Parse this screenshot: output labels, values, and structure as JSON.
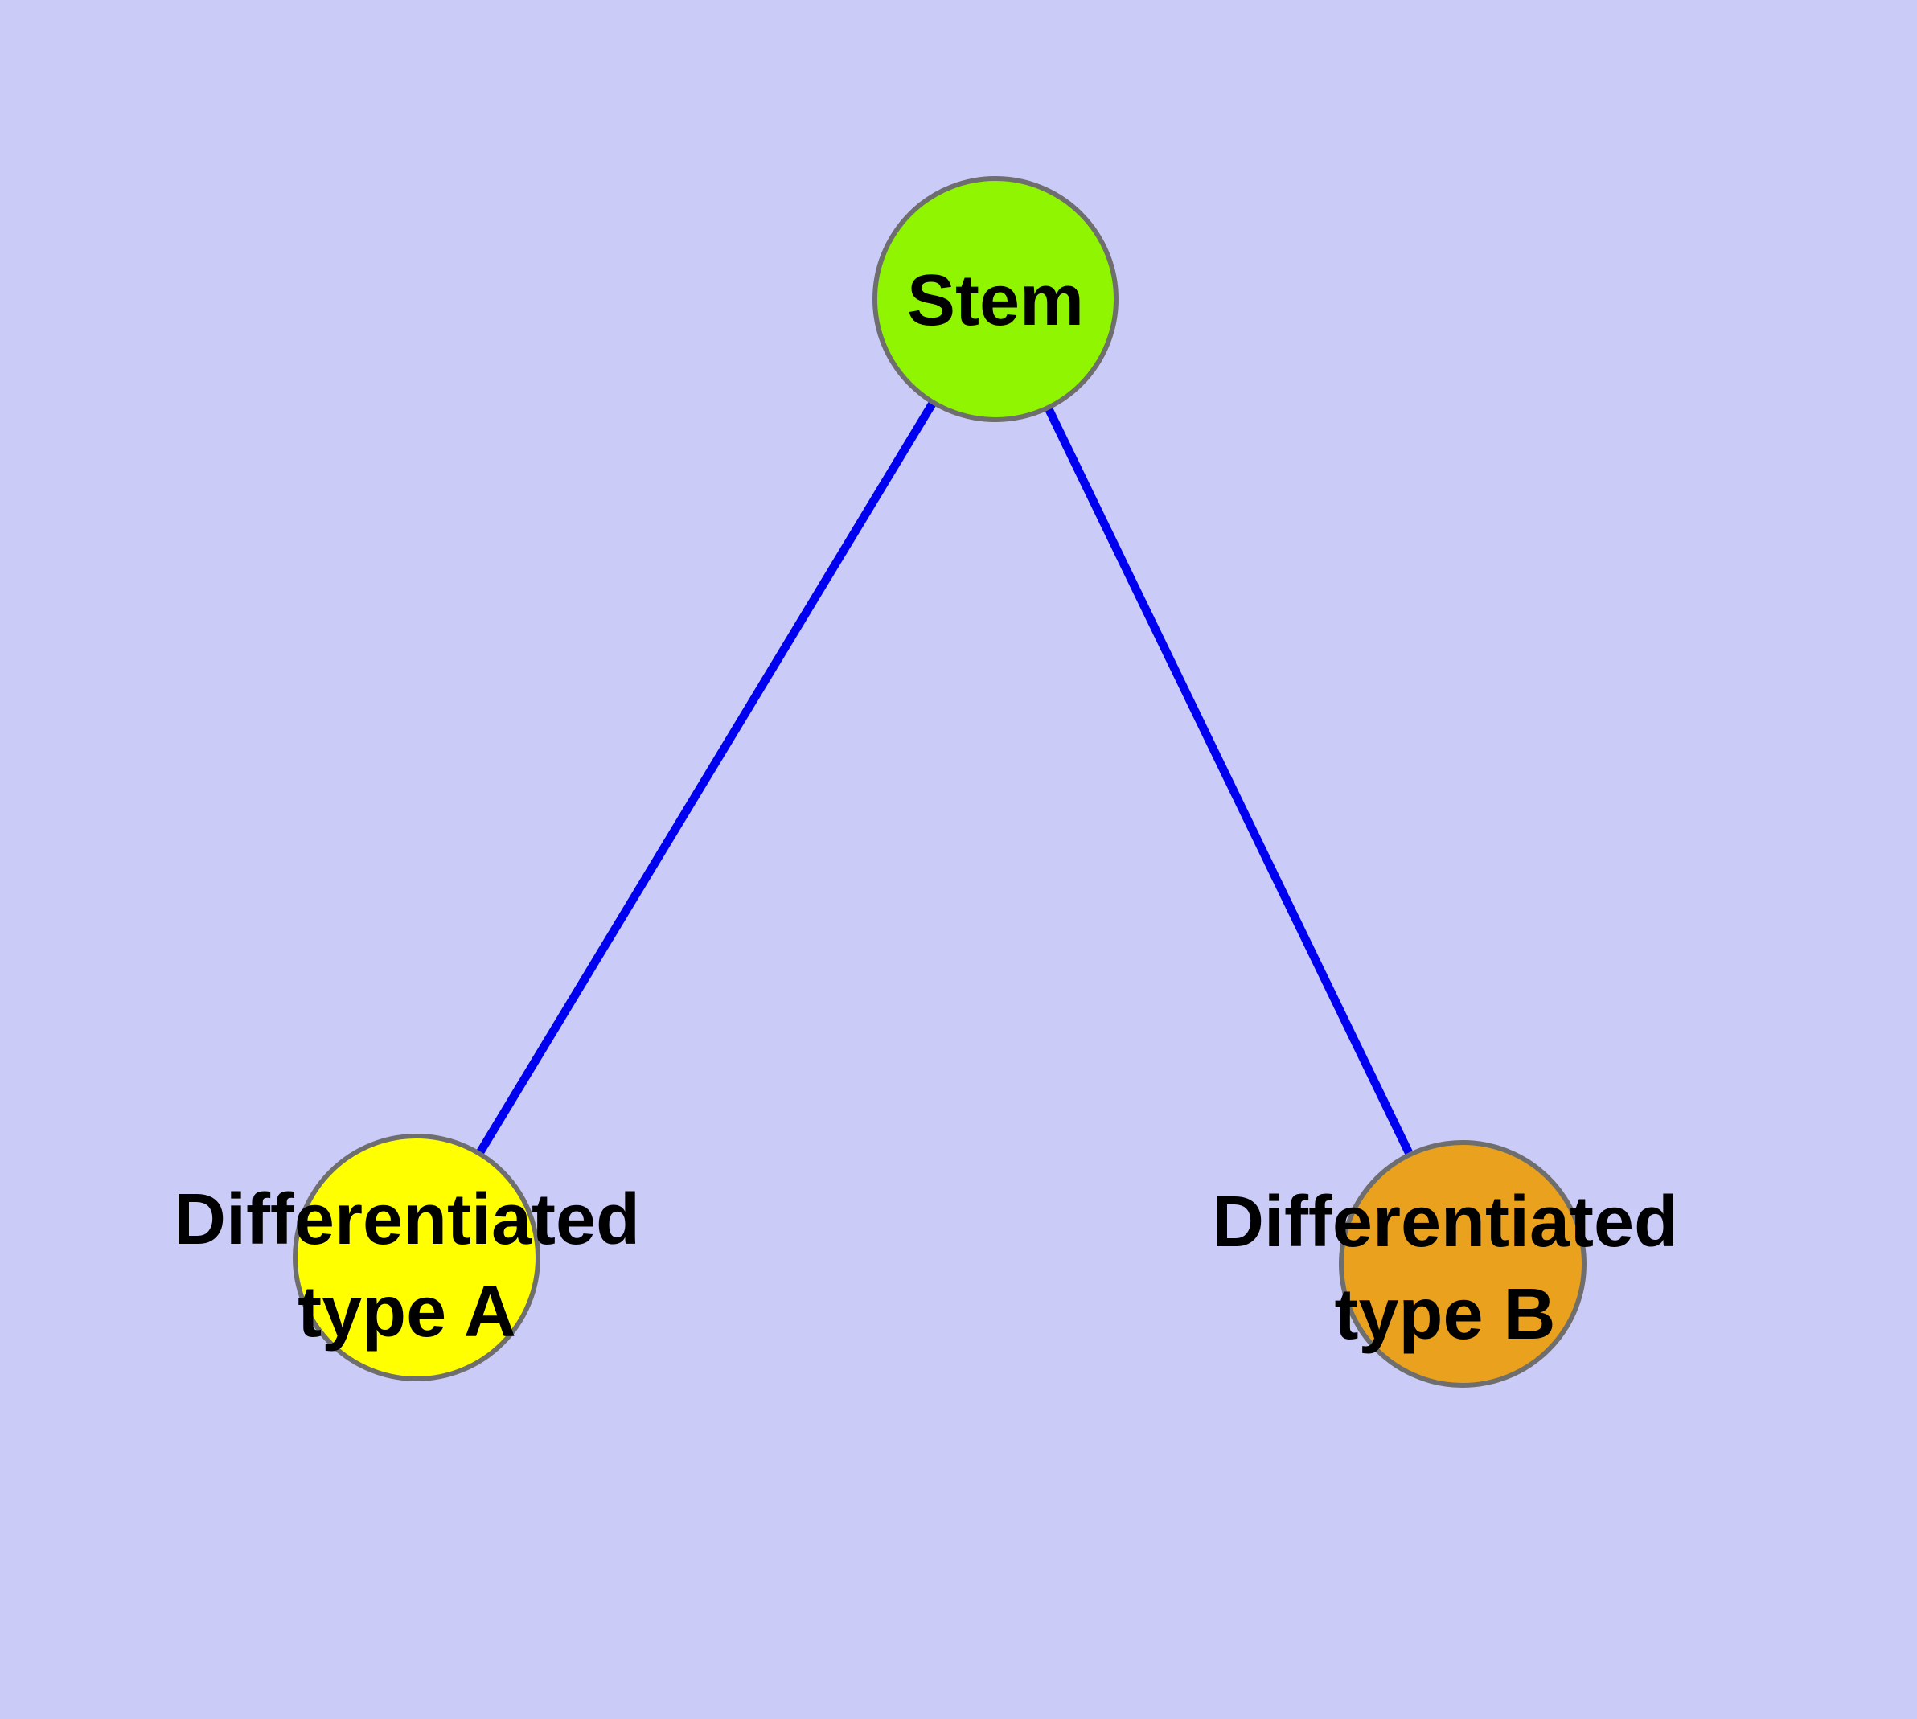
{
  "diagram": {
    "background_color": "#CBCBF7",
    "edge_color": "#0000F0",
    "node_border_color": "#6E6E6E",
    "text_color": "#000000",
    "nodes": [
      {
        "id": "stem",
        "label": "Stem",
        "fill": "#90F500"
      },
      {
        "id": "differentiated-type-a",
        "label": "Differentiated type A",
        "label_line1": "Differentiated",
        "label_line2": "type A",
        "fill": "#FFFF00"
      },
      {
        "id": "differentiated-type-b",
        "label": "Differentiated type B",
        "label_line1": "Differentiated",
        "label_line2": "type B",
        "fill": "#E9A11E"
      }
    ],
    "edges": [
      {
        "from": "Stem",
        "to": "Differentiated type A"
      },
      {
        "from": "Stem",
        "to": "Differentiated type B"
      }
    ]
  }
}
